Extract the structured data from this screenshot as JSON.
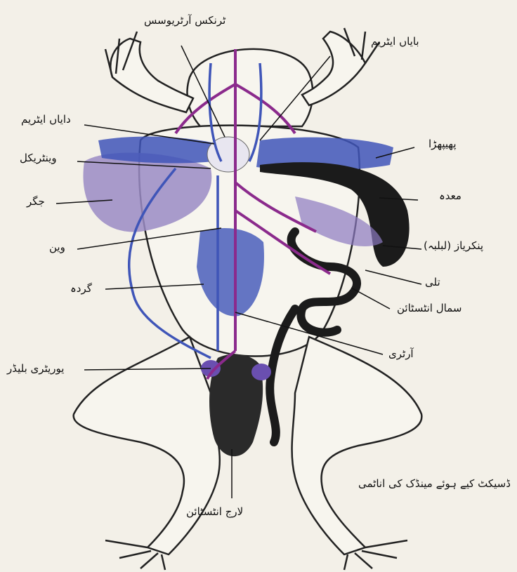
{
  "diagram": {
    "caption": "ڈسیکٹ کیے ہوئے مینڈک کی اناٹمی",
    "labels": {
      "sinus_arteriosus": "ٹرنکس آرٹریوسس",
      "left_atrium": "بایاں ایٹریم",
      "right_atrium": "دایاں ایٹریم",
      "lung": "پھیپھڑا",
      "ventricle": "وینٹریکل",
      "stomach": "معدہ",
      "liver": "جگر",
      "pancreas": "پنکریاز (لبلبہ)",
      "vein": "وین",
      "spleen": "تلی",
      "kidney": "گردہ",
      "small_intestine": "سمال انٹسٹائن",
      "artery": "آرٹری",
      "urinary_bladder": "یوریٹری بلیڈر",
      "large_intestine": "لارج انٹسٹائن"
    },
    "colors": {
      "artery": "#8b2a8c",
      "vein": "#3f55b8",
      "liver": "#9a8bc4",
      "gut": "#1b1b1b",
      "outline": "#222222"
    }
  }
}
